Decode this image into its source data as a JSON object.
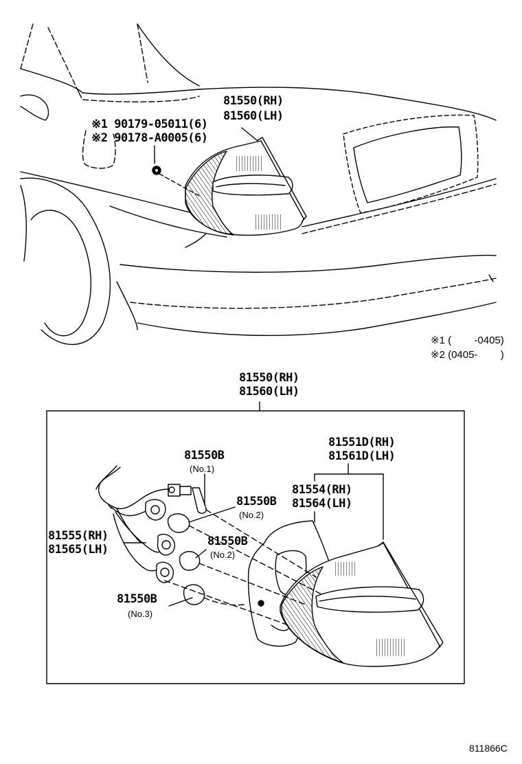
{
  "top_labels": {
    "tail_lamp_rh": "81550(RH)",
    "tail_lamp_lh": "81560(LH)",
    "bolt_1": "※1 90179-05011(6)",
    "bolt_2": "※2 90178-A0005(6)"
  },
  "notes": {
    "note_1": "※1 (        -0405)",
    "note_2": "※2 (0405-        )"
  },
  "assembly_labels": {
    "tail_lamp_rh": "81550(RH)",
    "tail_lamp_lh": "81560(LH)",
    "lens_rh": "81551D(RH)",
    "lens_lh": "81561D(LH)",
    "gasket_rh": "81554(RH)",
    "gasket_lh": "81564(LH)",
    "socket_rh": "81555(RH)",
    "socket_lh": "81565(LH)",
    "bulb_no1_part": "81550B",
    "bulb_no1_note": "(No.1)",
    "bulb_no2a_part": "81550B",
    "bulb_no2a_note": "(No.2)",
    "bulb_no2b_part": "81550B",
    "bulb_no2b_note": "(No.2)",
    "bulb_no3_part": "81550B",
    "bulb_no3_note": "(No.3)"
  },
  "figure_id": "811866C"
}
